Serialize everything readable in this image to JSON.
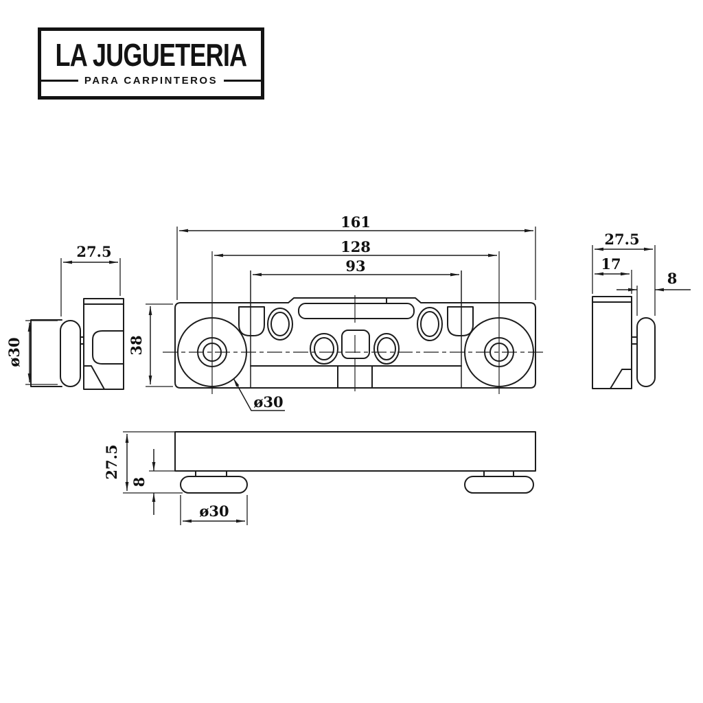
{
  "logo": {
    "title": "LA JUGUETERIA",
    "subtitle": "PARA CARPINTEROS"
  },
  "views": {
    "front": {
      "dim_overall_width": "161",
      "dim_roller_centers": "128",
      "dim_inner_span": "93",
      "dim_body_height": "38",
      "dim_roller_diameter": "ø30"
    },
    "left_side": {
      "dim_depth": "27.5",
      "dim_roller_diameter": "ø30"
    },
    "right_side": {
      "dim_depth": "27.5",
      "dim_body_width": "17",
      "dim_roller_width": "8"
    },
    "bottom": {
      "dim_total_height": "27.5",
      "dim_roller_protrusion": "8",
      "dim_roller_diameter": "ø30"
    }
  }
}
